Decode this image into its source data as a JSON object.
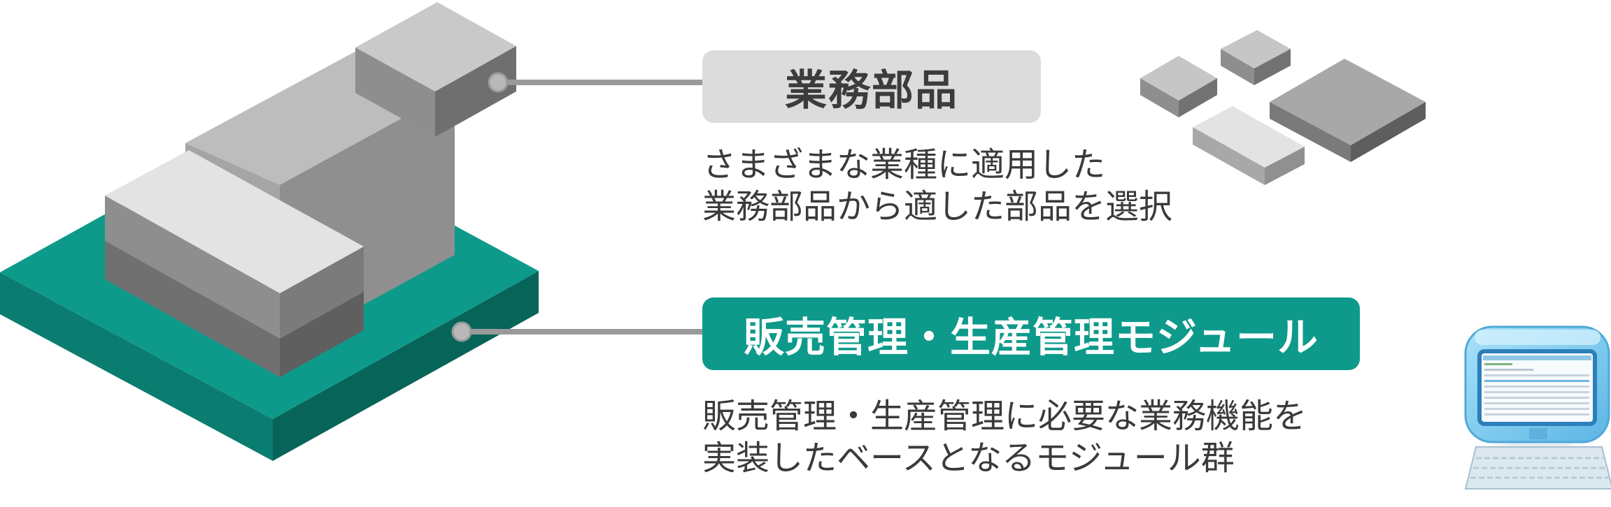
{
  "parts": {
    "label": "業務部品",
    "description": [
      "さまざまな業種に適用した",
      "業務部品から適した部品を選択"
    ]
  },
  "module": {
    "label": "販売管理・生産管理モジュール",
    "description": [
      "販売管理・生産管理に必要な業務機能を",
      "実装したベースとなるモジュール群"
    ]
  },
  "colors": {
    "teal": "#0e9a8b",
    "teal_dark": "#086b60",
    "gray_label": "#dcdcdc",
    "connector": "#9a9a9a",
    "monitor_blue": "#8fd3f4"
  }
}
